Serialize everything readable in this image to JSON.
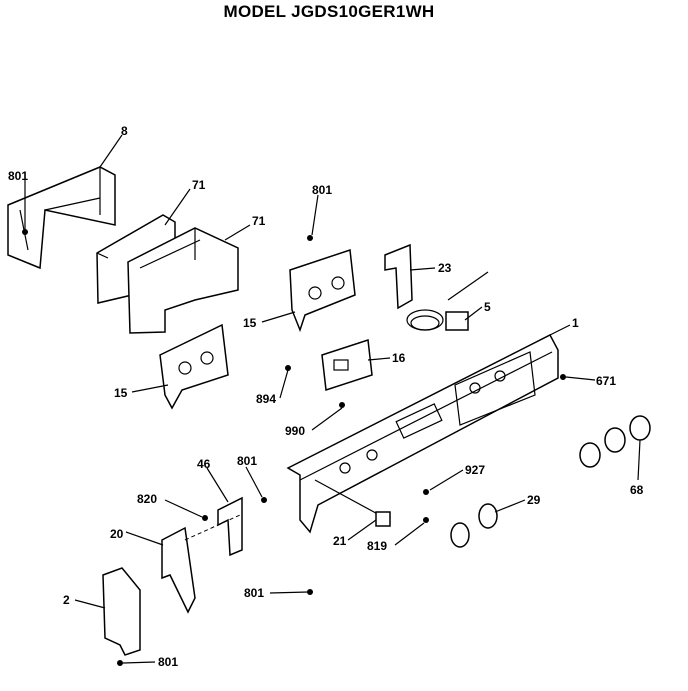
{
  "title": "MODEL JGDS10GER1WH",
  "callouts": {
    "c8": "8",
    "c801a": "801",
    "c71a": "71",
    "c71b": "71",
    "c801b": "801",
    "c23": "23",
    "c5": "5",
    "c1": "1",
    "c15a": "15",
    "c15b": "15",
    "c16": "16",
    "c894": "894",
    "c671": "671",
    "c990": "990",
    "c801c": "801",
    "c46": "46",
    "c927": "927",
    "c820": "820",
    "c68": "68",
    "c29": "29",
    "c20": "20",
    "c21": "21",
    "c819": "819",
    "c2": "2",
    "c801d": "801",
    "c801e": "801"
  }
}
